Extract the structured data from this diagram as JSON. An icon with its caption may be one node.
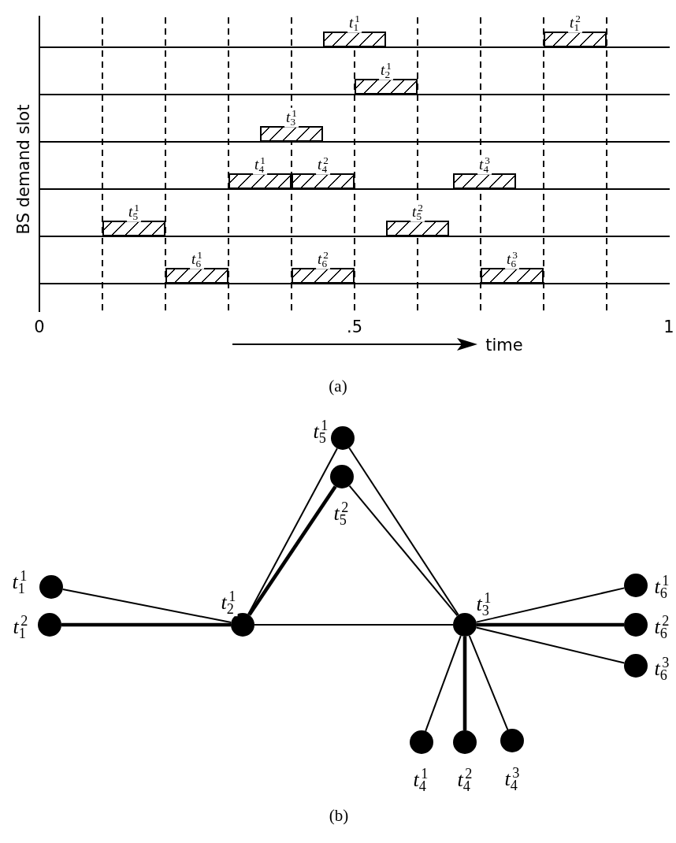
{
  "diagram": {
    "nodes": [
      {
        "text": [
          "*t*$_{1}$$^{1}$"
        ]
      },
      {
        "text": [
          "*t*$_{1}$$^{2}$"
        ]
      },
      {
        "text": [
          "*t*$_{2}$$^{1}$"
        ]
      },
      {
        "text": [
          "*t*$_{3}$$^{1}$"
        ]
      },
      {
        "text": [
          "*t*$_{4}$$^{1}$"
        ]
      },
      {
        "text": [
          "*t*$_{4}$$^{2}$"
        ]
      },
      {
        "text": [
          "*t*$_{4}$$^{3}$"
        ]
      },
      {
        "text": [
          "*t*$_{5}$$^{1}$"
        ]
      },
      {
        "text": [
          "*t*$_{5}$$^{2}$"
        ]
      },
      {
        "text": [
          "*t*$_{6}$$^{1}$"
        ]
      },
      {
        "text": [
          "*t*$_{6}$$^{2}$"
        ]
      },
      {
        "text": [
          "*t*$_{6}$$^{3}$"
        ]
      },
      {
        "text": [
          "*t*$_{5}$$^{1}$"
        ]
      },
      {
        "text": [
          "*t*$_{5}$$^{2}$"
        ]
      },
      {
        "text": [
          "*t*$_{1}$$^{1}$"
        ]
      },
      {
        "text": [
          "*t*$_{2}$$^{1}$"
        ]
      },
      {
        "text": [
          "*t*$_{3}$$^{1}$"
        ]
      },
      {
        "text": [
          "*t*$_{6}$$^{1}$"
        ]
      },
      {
        "text": [
          "*t*$_{1}$$^{2}$"
        ]
      },
      {
        "text": [
          "*t*$_{6}$$^{2}$"
        ]
      },
      {
        "text": [
          "*t*$_{6}$$^{3}$"
        ]
      },
      {
        "text": [
          "*t*$_{4}$$^{1}$"
        ]
      },
      {
        "text": [
          "*t*$_{4}$$^{2}$"
        ]
      },
      {
        "text": [
          "*t*$_{4}$$^{3}$"
        ]
      }
    ],
    "edges": [
      {
        "from": 14,
        "to": 15,
        "arrow": "none"
      },
      {
        "from": 18,
        "to": 15,
        "arrow": "none",
        "style": "thick"
      },
      {
        "from": 15,
        "to": 12,
        "arrow": "none"
      },
      {
        "from": 15,
        "to": 13,
        "arrow": "none",
        "style": "thick"
      },
      {
        "from": 15,
        "to": 16,
        "arrow": "none"
      },
      {
        "from": 12,
        "to": 16,
        "arrow": "none"
      },
      {
        "from": 13,
        "to": 16,
        "arrow": "none"
      },
      {
        "from": 16,
        "to": 17,
        "arrow": "none"
      },
      {
        "from": 16,
        "to": 19,
        "arrow": "none",
        "style": "thick"
      },
      {
        "from": 16,
        "to": 20,
        "arrow": "none"
      },
      {
        "from": 16,
        "to": 21,
        "arrow": "none"
      },
      {
        "from": 16,
        "to": 22,
        "arrow": "none",
        "style": "thick"
      },
      {
        "from": 16,
        "to": 23,
        "arrow": "none"
      }
    ],
    "labels": [
      "BS demand slot",
      "0",
      ".5",
      "1",
      "time",
      "(a)",
      "(b)"
    ]
  }
}
